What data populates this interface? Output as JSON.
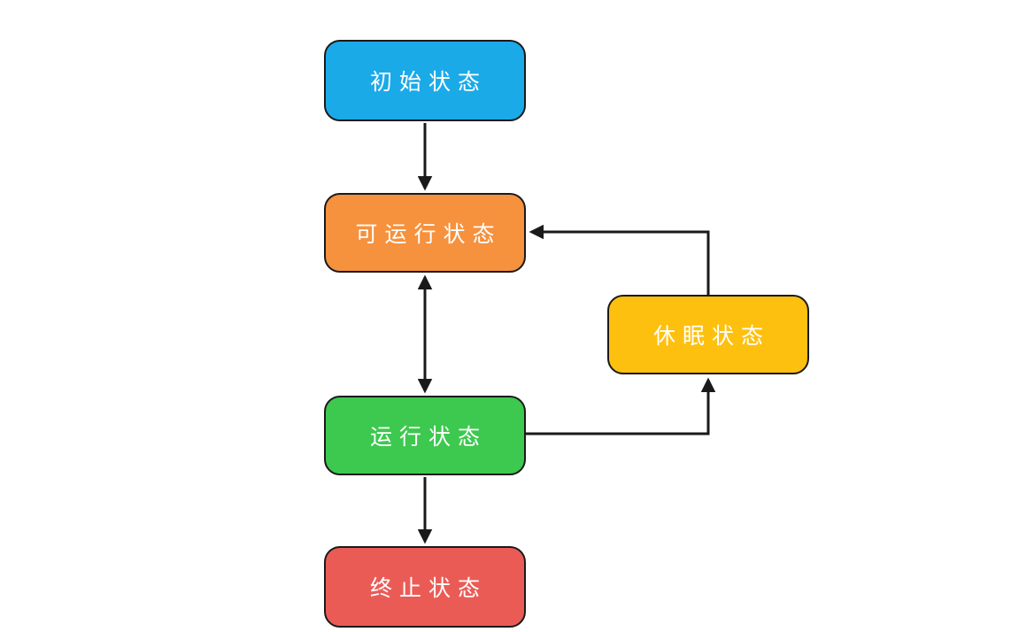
{
  "diagram": {
    "kind": "state-flowchart",
    "background": "#ffffff",
    "edge_color": "#1a1a1a",
    "node_border_color": "#1a1a1a",
    "text_color": "#ffffff",
    "nodes": [
      {
        "id": "initial",
        "label": "初始状态",
        "color": "#1BAAE8"
      },
      {
        "id": "runnable",
        "label": "可运行状态",
        "color": "#F6913D"
      },
      {
        "id": "sleeping",
        "label": "休眠状态",
        "color": "#FEC00F"
      },
      {
        "id": "running",
        "label": "运行状态",
        "color": "#3DC84F"
      },
      {
        "id": "terminated",
        "label": "终止状态",
        "color": "#EB5B56"
      }
    ],
    "edges": [
      {
        "from": "initial",
        "to": "runnable",
        "direction": "down"
      },
      {
        "from": "runnable",
        "to": "running",
        "direction": "bidirectional"
      },
      {
        "from": "running",
        "to": "terminated",
        "direction": "down"
      },
      {
        "from": "running",
        "to": "sleeping",
        "direction": "right-then-up"
      },
      {
        "from": "sleeping",
        "to": "runnable",
        "direction": "up-then-left"
      }
    ]
  }
}
